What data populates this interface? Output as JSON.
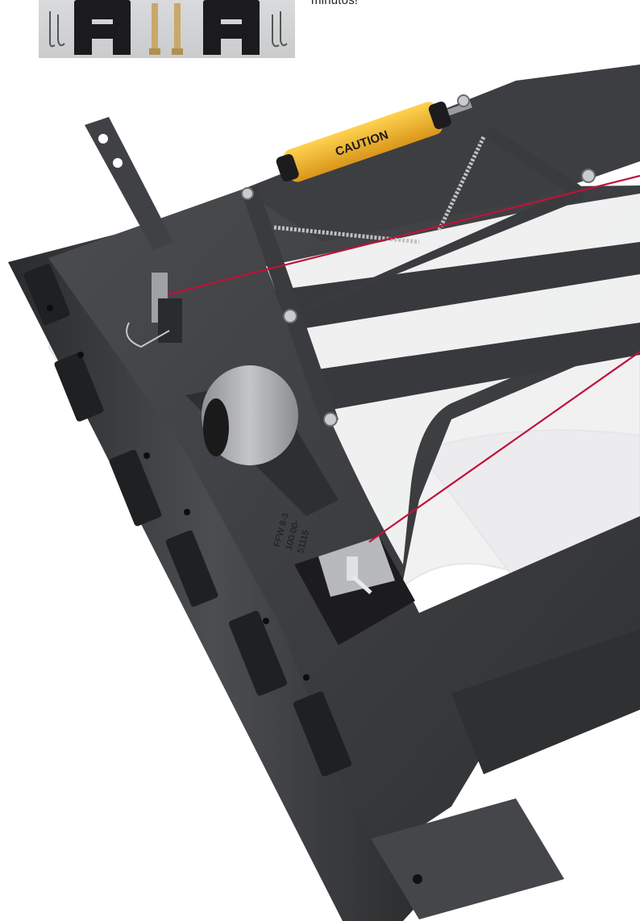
{
  "caption": {
    "text": "minutos!"
  },
  "product_photo": {
    "cylinder_label": "CAUTION",
    "casting_text": [
      "FFW 8-3",
      "100-00-",
      "51115"
    ],
    "colors": {
      "frame": "#3b3c3e",
      "frame_light": "#55575a",
      "cylinder": "#f3b520",
      "callout_line": "#c0123a",
      "bracket": "#a4a6a8"
    }
  },
  "thumbnail": {
    "parts": [
      "spring-clip",
      "black-clamp",
      "pin",
      "pin",
      "black-clamp",
      "spring-clip"
    ]
  }
}
